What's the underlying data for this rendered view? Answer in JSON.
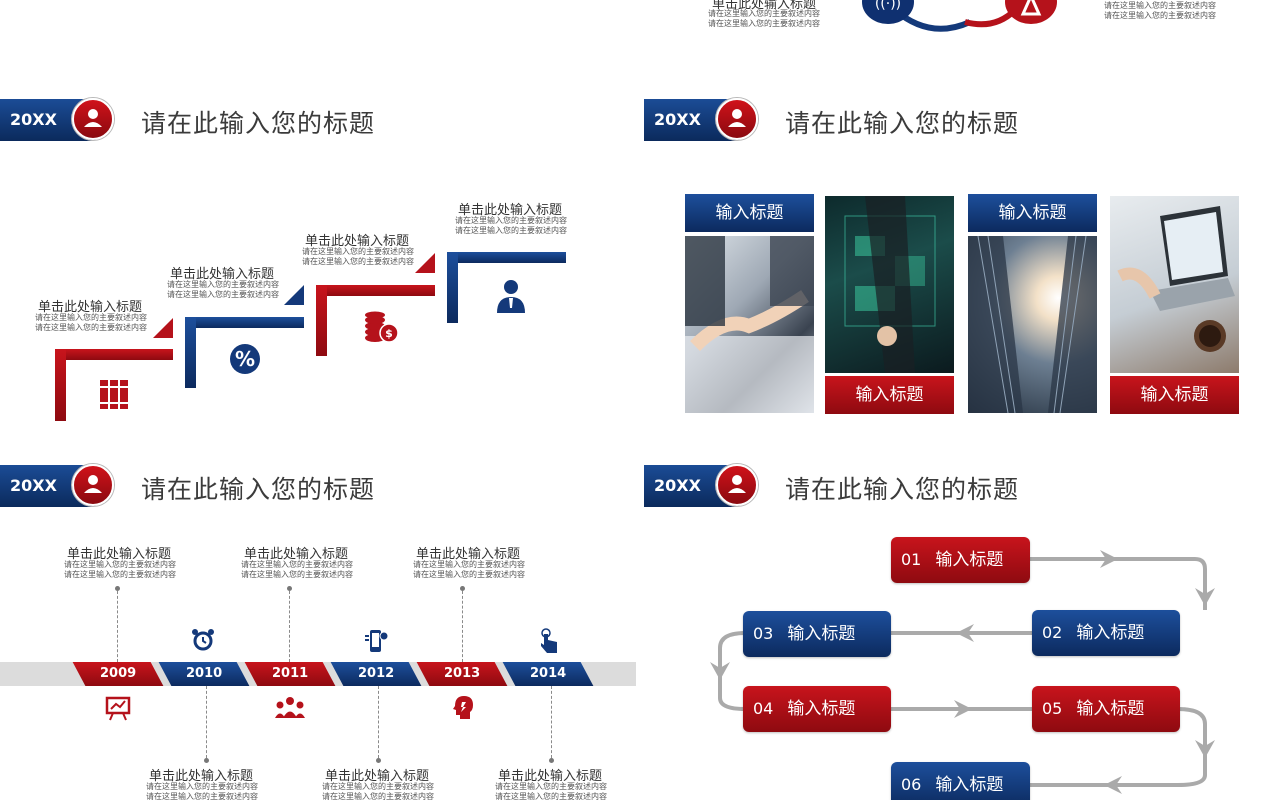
{
  "top_partial": {
    "title": "单击此处输入标题",
    "desc_lines": [
      "请在这里输入您的主要叙述内容",
      "请在这里输入您的主要叙述内容"
    ],
    "right_desc_lines": [
      "请在这里输入您的主要叙述内容",
      "请在这里输入您的主要叙述内容"
    ]
  },
  "slides": [
    {
      "year_label": "20XX",
      "title": "请在此输入您的标题"
    },
    {
      "year_label": "20XX",
      "title": "请在此输入您的标题"
    },
    {
      "year_label": "20XX",
      "title": "请在此输入您的标题"
    },
    {
      "year_label": "20XX",
      "title": "请在此输入您的标题"
    }
  ],
  "steps": [
    {
      "title": "单击此处输入标题",
      "desc1": "请在这里输入您的主要叙述内容",
      "desc2": "请在这里输入您的主要叙述内容",
      "icon": "books-icon",
      "color": "#b5121b"
    },
    {
      "title": "单击此处输入标题",
      "desc1": "请在这里输入您的主要叙述内容",
      "desc2": "请在这里输入您的主要叙述内容",
      "icon": "percent-icon",
      "color": "#14397a"
    },
    {
      "title": "单击此处输入标题",
      "desc1": "请在这里输入您的主要叙述内容",
      "desc2": "请在这里输入您的主要叙述内容",
      "icon": "coins-icon",
      "color": "#b5121b"
    },
    {
      "title": "单击此处输入标题",
      "desc1": "请在这里输入您的主要叙述内容",
      "desc2": "请在这里输入您的主要叙述内容",
      "icon": "businessman-icon",
      "color": "#14397a"
    }
  ],
  "photo_cards": [
    {
      "label": "输入标题",
      "photo": "handshake-photo"
    },
    {
      "label": "输入标题",
      "photo": "digital-touch-photo"
    },
    {
      "label": "输入标题",
      "photo": "skyscraper-photo"
    },
    {
      "label": "输入标题",
      "photo": "laptop-photo"
    }
  ],
  "timeline": {
    "years": [
      "2009",
      "2010",
      "2011",
      "2012",
      "2013",
      "2014"
    ],
    "top_items": [
      {
        "title": "单击此处输入标题",
        "desc1": "请在这里输入您的主要叙述内容",
        "desc2": "请在这里输入您的主要叙述内容"
      },
      {
        "title": "单击此处输入标题",
        "desc1": "请在这里输入您的主要叙述内容",
        "desc2": "请在这里输入您的主要叙述内容"
      },
      {
        "title": "单击此处输入标题",
        "desc1": "请在这里输入您的主要叙述内容",
        "desc2": "请在这里输入您的主要叙述内容"
      }
    ],
    "bottom_items": [
      {
        "title": "单击此处输入标题",
        "desc1": "请在这里输入您的主要叙述内容",
        "desc2": "请在这里输入您的主要叙述内容"
      },
      {
        "title": "单击此处输入标题",
        "desc1": "请在这里输入您的主要叙述内容",
        "desc2": "请在这里输入您的主要叙述内容"
      },
      {
        "title": "单击此处输入标题",
        "desc1": "请在这里输入您的主要叙述内容",
        "desc2": "请在这里输入您的主要叙述内容"
      }
    ],
    "icons": [
      "alarm-clock-icon",
      "smartphone-gear-icon",
      "touch-hand-icon",
      "presentation-board-icon",
      "team-icon",
      "head-idea-icon"
    ]
  },
  "flow": [
    {
      "num": "01",
      "label": "输入标题"
    },
    {
      "num": "02",
      "label": "输入标题"
    },
    {
      "num": "03",
      "label": "输入标题"
    },
    {
      "num": "04",
      "label": "输入标题"
    },
    {
      "num": "05",
      "label": "输入标题"
    },
    {
      "num": "06",
      "label": "输入标题"
    }
  ],
  "colors": {
    "red": "#b5121b",
    "blue": "#14397a",
    "gray": "#aaaaaa"
  }
}
